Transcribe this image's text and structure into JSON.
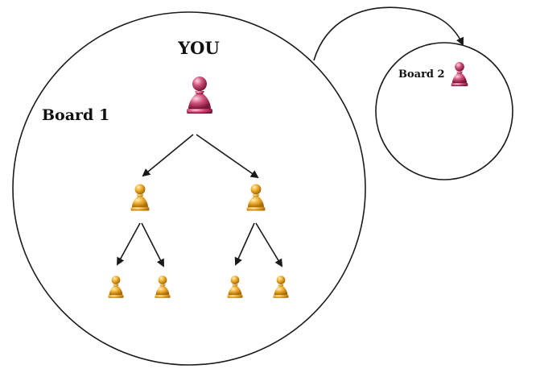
{
  "diagram": {
    "boards": [
      {
        "id": "board1",
        "label": "Board 1"
      },
      {
        "id": "board2",
        "label": "Board 2"
      }
    ],
    "you_label": "YOU",
    "colors": {
      "outline": "#1a1a1a",
      "arrow": "#1a1a1a",
      "you_pawn": "#c0406a",
      "recruit_pawn": "#e0a020"
    },
    "icons": {
      "you": "pawn-pink-icon",
      "recruit": "pawn-gold-icon"
    },
    "tree": {
      "root": "you",
      "levels": [
        {
          "level": 1,
          "count": 2,
          "icon": "pawn-gold-icon"
        },
        {
          "level": 2,
          "count": 4,
          "icon": "pawn-gold-icon"
        }
      ]
    }
  }
}
